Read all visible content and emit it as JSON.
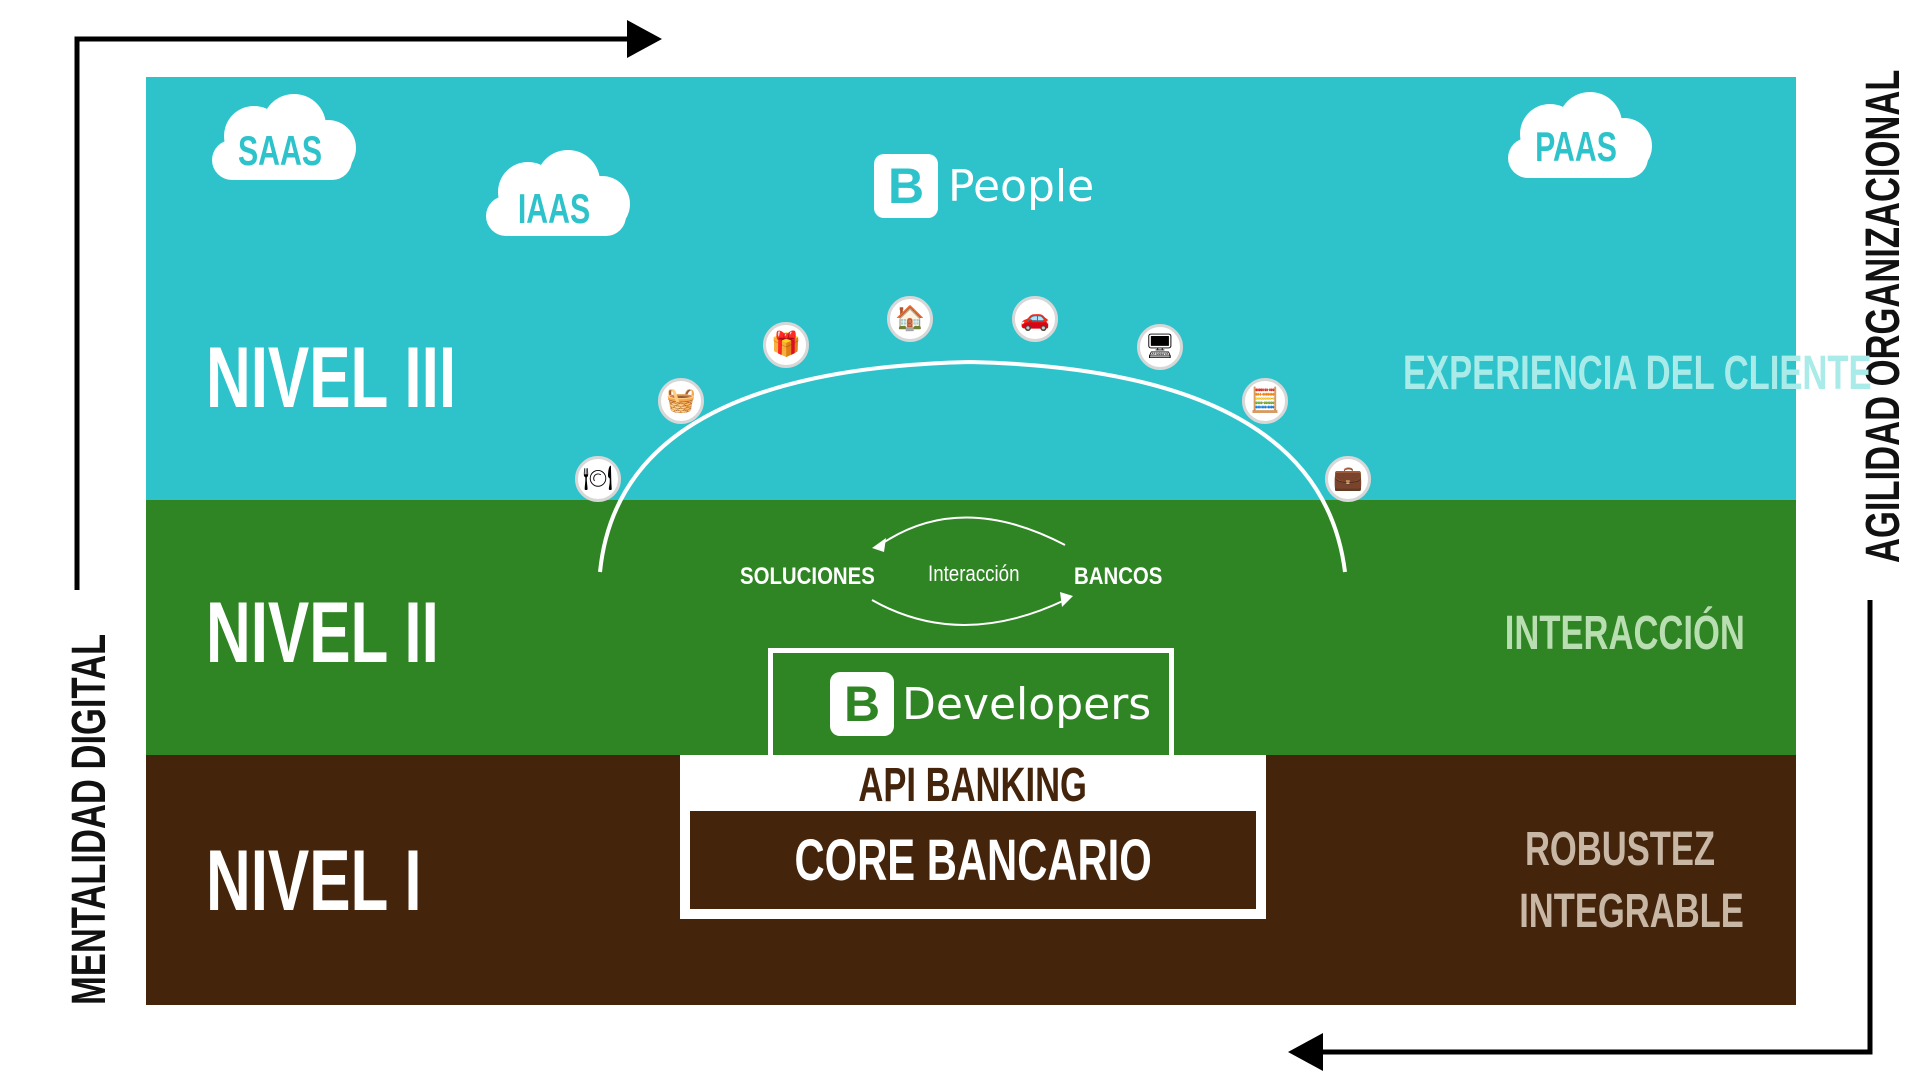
{
  "side_labels": {
    "left": "MENTALIDAD DIGITAL",
    "right": "AGILIDAD ORGANIZACIONAL"
  },
  "clouds": [
    {
      "label": "SAAS"
    },
    {
      "label": "IAAS"
    },
    {
      "label": "PAAS"
    }
  ],
  "levels": {
    "top": {
      "name": "NIVEL III",
      "description": "EXPERIENCIA DEL CLIENTE"
    },
    "middle": {
      "name": "NIVEL II",
      "description": "INTERACCIÓN"
    },
    "bottom": {
      "name": "NIVEL I",
      "description_line1": "ROBUSTEZ",
      "description_line2": "INTEGRABLE"
    }
  },
  "logos": {
    "people": {
      "mark": "B",
      "text": "People"
    },
    "developers": {
      "mark": "B",
      "text": "Developers"
    }
  },
  "interaction": {
    "left": "SOLUCIONES",
    "center": "Interacción",
    "right": "BANCOS"
  },
  "core": {
    "api": "API BANKING",
    "core": "CORE BANCARIO"
  },
  "arc_icons": [
    {
      "icon": "food-tray-icon",
      "glyph": "🍽"
    },
    {
      "icon": "shopping-basket-icon",
      "glyph": "🧺"
    },
    {
      "icon": "gift-icon",
      "glyph": "🎁"
    },
    {
      "icon": "house-icon",
      "glyph": "🏠"
    },
    {
      "icon": "car-icon",
      "glyph": "🚗"
    },
    {
      "icon": "devices-icon",
      "glyph": "🖥"
    },
    {
      "icon": "calculator-icon",
      "glyph": "🧮"
    },
    {
      "icon": "suitcase-icon",
      "glyph": "💼"
    }
  ],
  "colors": {
    "top_band": "#2ec3cb",
    "middle_band": "#2f8423",
    "bottom_band": "#44250c",
    "top_description": "#a8ebe9",
    "middle_description": "#b9deb1",
    "bottom_description": "#c9b7a6"
  }
}
